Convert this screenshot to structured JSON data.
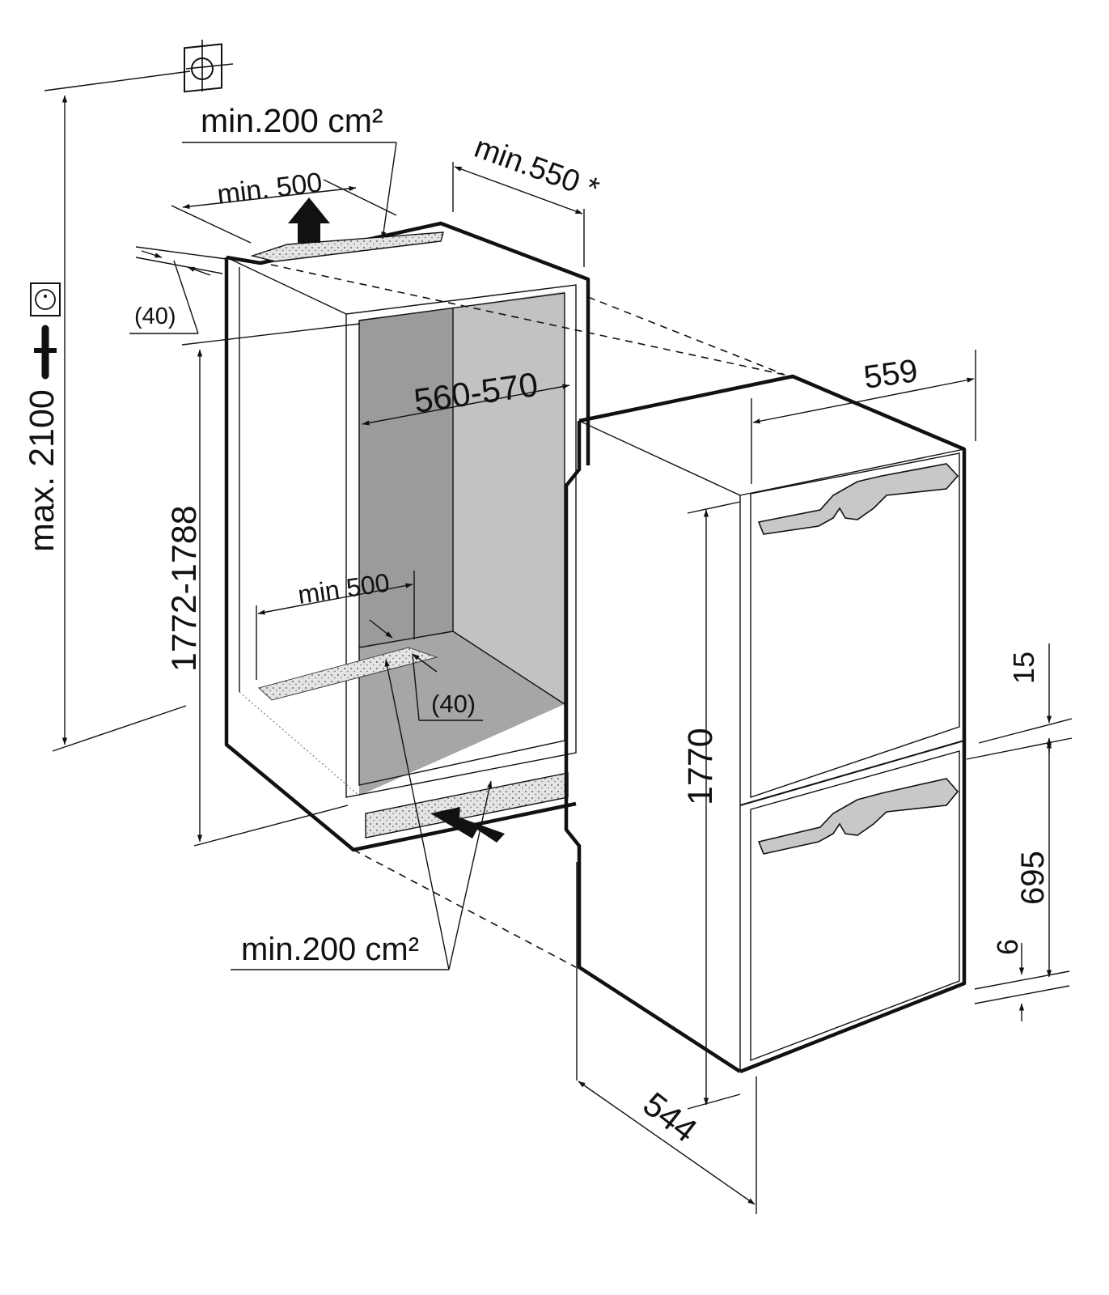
{
  "labels": {
    "top_vent_area": "min.200 cm²",
    "top_vent_width": "min. 500",
    "rear_depth": "min.550 *",
    "top_gap": "(40)",
    "niche_width": "560-570",
    "niche_height": "1772-1788",
    "max_height": "max. 2100",
    "bottom_vent_width": "min 500",
    "bottom_gap": "(40)",
    "bottom_vent_area": "min.200 cm²",
    "appliance_width": "559",
    "appliance_height": "1770",
    "appliance_depth": "544",
    "door_gap": "15",
    "lower_door_height": "695",
    "bottom_offset": "6"
  },
  "icons": {
    "top_icon": "ceiling-outlet-icon",
    "socket_icon": "power-socket-icon",
    "plug_icon": "power-plug-icon"
  },
  "colors": {
    "line": "#111111",
    "niche_back": "#9b9b9b",
    "niche_side": "#c2c2c2",
    "niche_floor": "#a6a6a6",
    "handle": "#c8c8c8",
    "vent": "#e2e2e2"
  }
}
